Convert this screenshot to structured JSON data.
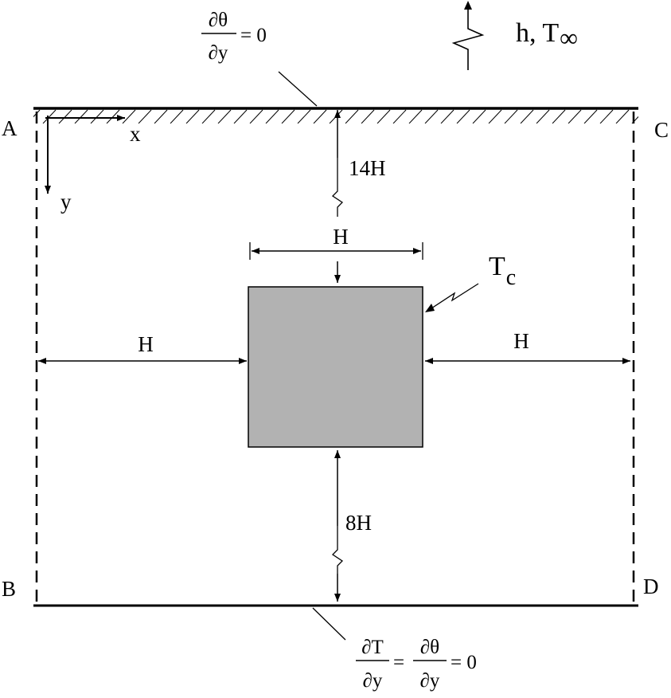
{
  "corners": {
    "a": "A",
    "b": "B",
    "c": "C",
    "d": "D"
  },
  "axes": {
    "x": "x",
    "y": "y"
  },
  "top_boundary": {
    "condition": {
      "numerator": "∂θ",
      "denominator": "∂y",
      "equals": "= 0"
    }
  },
  "convection": {
    "label": "h, T",
    "infinity": "∞"
  },
  "block": {
    "temperature_symbol": "T",
    "temperature_subscript": "c",
    "fill_color": "#b2b2b2"
  },
  "dimensions": {
    "top_gap": "14H",
    "block_width": "H",
    "left_gap": "H",
    "right_gap": "H",
    "bottom_gap": "8H"
  },
  "bottom_boundary": {
    "condition": {
      "first_numerator": "∂T",
      "first_denominator": "∂y",
      "middle_equals": "=",
      "second_numerator": "∂θ",
      "second_denominator": "∂y",
      "equals": "= 0"
    }
  }
}
